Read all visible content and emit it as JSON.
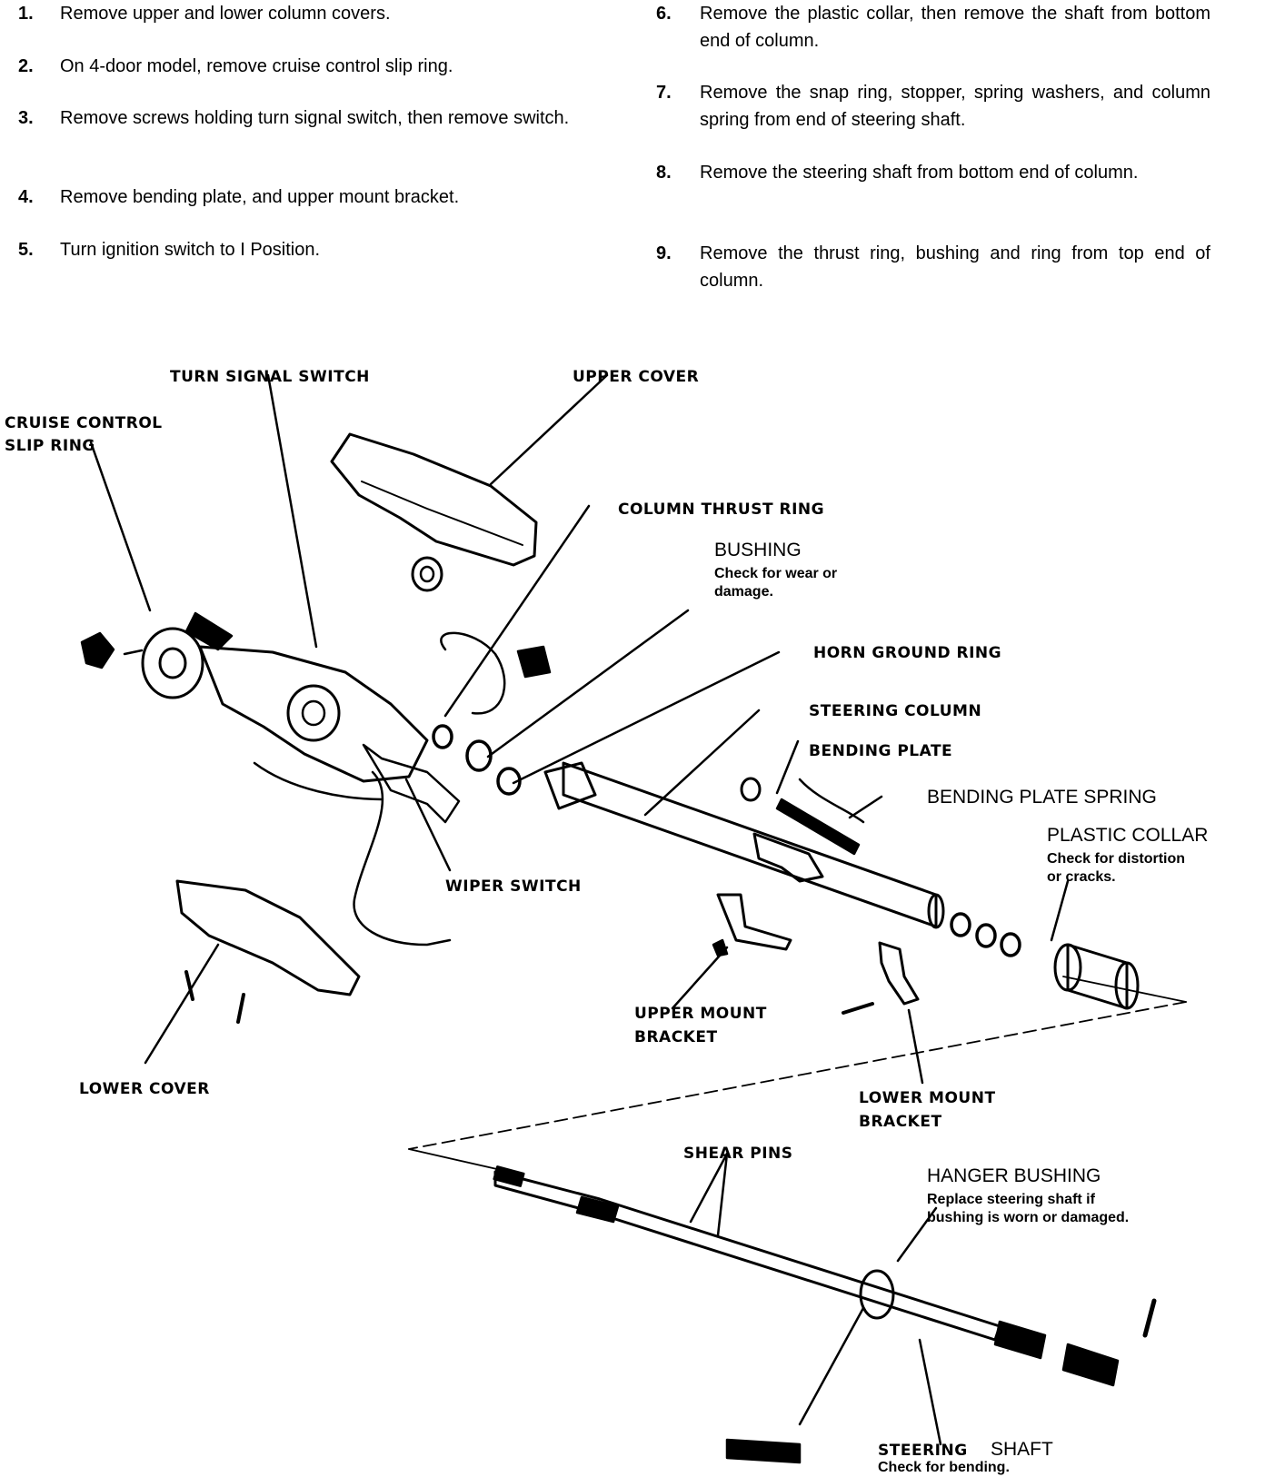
{
  "steps": [
    {
      "num": "1.",
      "text": "Remove upper and lower column covers."
    },
    {
      "num": "2.",
      "text": "On 4-door model, remove cruise control slip ring."
    },
    {
      "num": "3.",
      "text": "Remove screws holding turn signal switch, then remove switch."
    },
    {
      "num": "4.",
      "text": "Remove bending plate, and upper mount bracket."
    },
    {
      "num": "5.",
      "text": "Turn ignition switch to I Position."
    },
    {
      "num": "6.",
      "text": "Remove the plastic collar, then remove the shaft from bottom end of column."
    },
    {
      "num": "7.",
      "text": "Remove the snap ring, stopper, spring washers, and column spring from end of steering shaft."
    },
    {
      "num": "8.",
      "text": "Remove the steering shaft from bottom end of column."
    },
    {
      "num": "9.",
      "text": "Remove the thrust ring, bushing and ring from top end of column."
    }
  ],
  "labels": {
    "turn_signal_switch": "TURN SIGNAL SWITCH",
    "upper_cover": "UPPER COVER",
    "cruise_control_1": "CRUISE CONTROL",
    "cruise_control_2": "SLIP RING",
    "column_thrust_ring": "COLUMN THRUST RING",
    "bushing": "BUSHING",
    "bushing_note_1": "Check for wear or",
    "bushing_note_2": "damage.",
    "horn_ground_ring": "HORN GROUND RING",
    "steering_column": "STEERING COLUMN",
    "bending_plate": "BENDING PLATE",
    "bending_plate_spring": "BENDING PLATE SPRING",
    "plastic_collar": "PLASTIC COLLAR",
    "plastic_collar_note_1": "Check for distortion",
    "plastic_collar_note_2": "or cracks.",
    "wiper_switch": "WIPER SWITCH",
    "upper_mount_1": "UPPER MOUNT",
    "upper_mount_2": "BRACKET",
    "lower_cover": "LOWER COVER",
    "lower_mount_1": "LOWER MOUNT",
    "lower_mount_2": "BRACKET",
    "shear_pins": "SHEAR PINS",
    "hanger_bushing": "HANGER BUSHING",
    "hanger_note_1": "Replace steering shaft if",
    "hanger_note_2": "bushing is worn or damaged.",
    "steering_shaft_a": "STEERING",
    "steering_shaft_b": "SHAFT",
    "steering_shaft_note": "Check for bending."
  }
}
